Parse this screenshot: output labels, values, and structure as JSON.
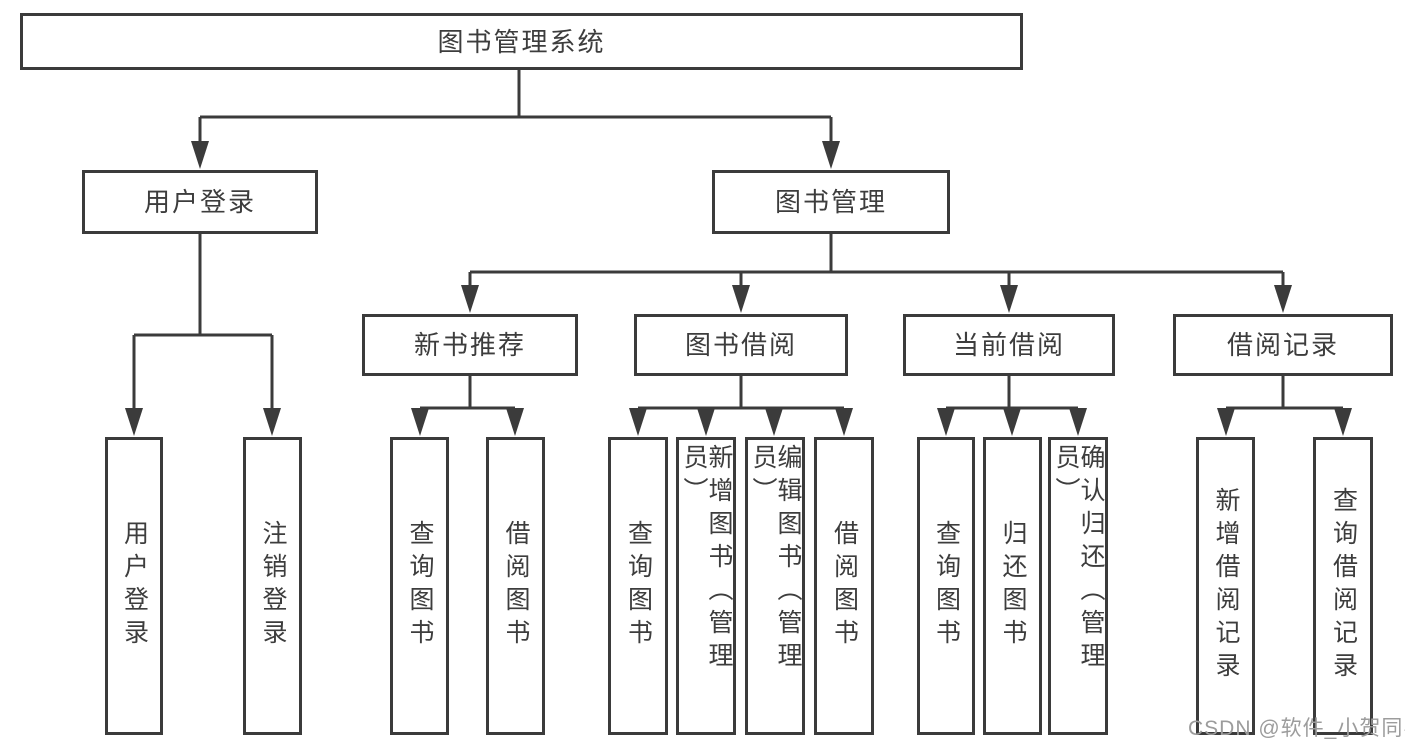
{
  "colors": {
    "line": "#3b3b3b",
    "box_fill": "#ffffff",
    "text": "#3d3d3d",
    "watermark": "#9c9c9c"
  },
  "watermark": {
    "text": "CSDN @软件_小贺同学"
  },
  "diagram": {
    "type": "hierarchy-tree",
    "root": {
      "label": "图书管理系统",
      "children": [
        {
          "label": "用户登录",
          "children": [
            {
              "label": "用户登录"
            },
            {
              "label": "注销登录"
            }
          ]
        },
        {
          "label": "图书管理",
          "children": [
            {
              "label": "新书推荐",
              "children": [
                {
                  "label": "查询图书"
                },
                {
                  "label": "借阅图书"
                }
              ]
            },
            {
              "label": "图书借阅",
              "children": [
                {
                  "label": "查询图书"
                },
                {
                  "label": "新增图书（管理员）"
                },
                {
                  "label": "编辑图书（管理员）"
                },
                {
                  "label": "借阅图书"
                }
              ]
            },
            {
              "label": "当前借阅",
              "children": [
                {
                  "label": "查询图书"
                },
                {
                  "label": "归还图书"
                },
                {
                  "label": "确认归还（管理员）"
                }
              ]
            },
            {
              "label": "借阅记录",
              "children": [
                {
                  "label": "新增借阅记录"
                },
                {
                  "label": "查询借阅记录"
                }
              ]
            }
          ]
        }
      ]
    }
  }
}
